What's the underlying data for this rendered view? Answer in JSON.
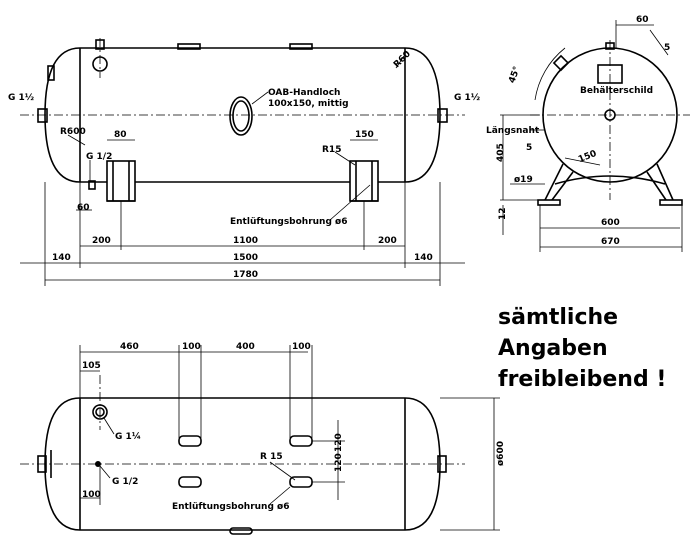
{
  "front_view": {
    "labels": {
      "handhole": "OAB-Handloch",
      "handhole_size": "100x150, mittig",
      "inlet_left": "G 1½",
      "inlet_right": "G 1½",
      "drain": "G 1/2",
      "radius_left": "R600",
      "radius_right": "R60",
      "radius_saddle": "R15",
      "vent_hole": "Entlüftungsbohrung ø6"
    },
    "dimensions": {
      "d80": "80",
      "d150": "150",
      "d60": "60",
      "d200_left": "200",
      "d1100": "1100",
      "d200_right": "200",
      "d140_left": "140",
      "d1500": "1500",
      "d140_right": "140",
      "d1780": "1780"
    }
  },
  "side_view": {
    "labels": {
      "nameplate": "Behälterschild",
      "seam": "Längsnaht",
      "angle": "45°"
    },
    "dimensions": {
      "d60": "60",
      "d5_top": "5",
      "d5_side": "5",
      "d150": "150",
      "d405": "405",
      "d19": "ø19",
      "d12": "12",
      "d600": "600",
      "d670": "670"
    }
  },
  "top_view": {
    "labels": {
      "inlet": "G 1¼",
      "drain": "G 1/2",
      "radius": "R 15",
      "vent_hole": "Entlüftungsbohrung ø6"
    },
    "dimensions": {
      "d460": "460",
      "d100_a": "100",
      "d400": "400",
      "d100_b": "100",
      "d105": "105",
      "d100_c": "100",
      "d120_a": "120",
      "d120_b": "120",
      "d600": "ø600"
    }
  },
  "note": {
    "line1": "sämtliche",
    "line2": "Angaben",
    "line3": "freibleibend !"
  }
}
